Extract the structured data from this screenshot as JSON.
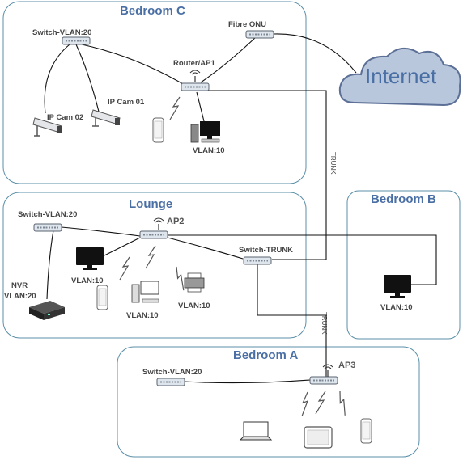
{
  "rooms": {
    "bedroom_c": "Bedroom C",
    "lounge": "Lounge",
    "bedroom_b": "Bedroom B",
    "bedroom_a": "Bedroom A"
  },
  "internet": "Internet",
  "trunk_label": "TRUNK",
  "devices": {
    "switch_vlan20_c": "Switch-VLAN:20",
    "fibre_onu": "Fibre ONU",
    "router_ap1": "Router/AP1",
    "ip_cam_01": "IP Cam 01",
    "ip_cam_02": "IP Cam 02",
    "vlan10_c": "VLAN:10",
    "switch_vlan20_lounge": "Switch-VLAN:20",
    "ap2": "AP2",
    "switch_trunk": "Switch-TRUNK",
    "nvr_line1": "NVR",
    "nvr_line2": "VLAN:20",
    "vlan10_lounge_monitor": "VLAN:10",
    "vlan10_lounge_pc": "VLAN:10",
    "vlan10_lounge_printer": "VLAN:10",
    "vlan10_bedroom_b": "VLAN:10",
    "switch_vlan20_a": "Switch-VLAN:20",
    "ap3": "AP3"
  },
  "colors": {
    "room_border": "#5b8fa8",
    "title": "#4a6fa5",
    "cloud_fill": "#b8c7dc",
    "cloud_stroke": "#5c6f96"
  }
}
